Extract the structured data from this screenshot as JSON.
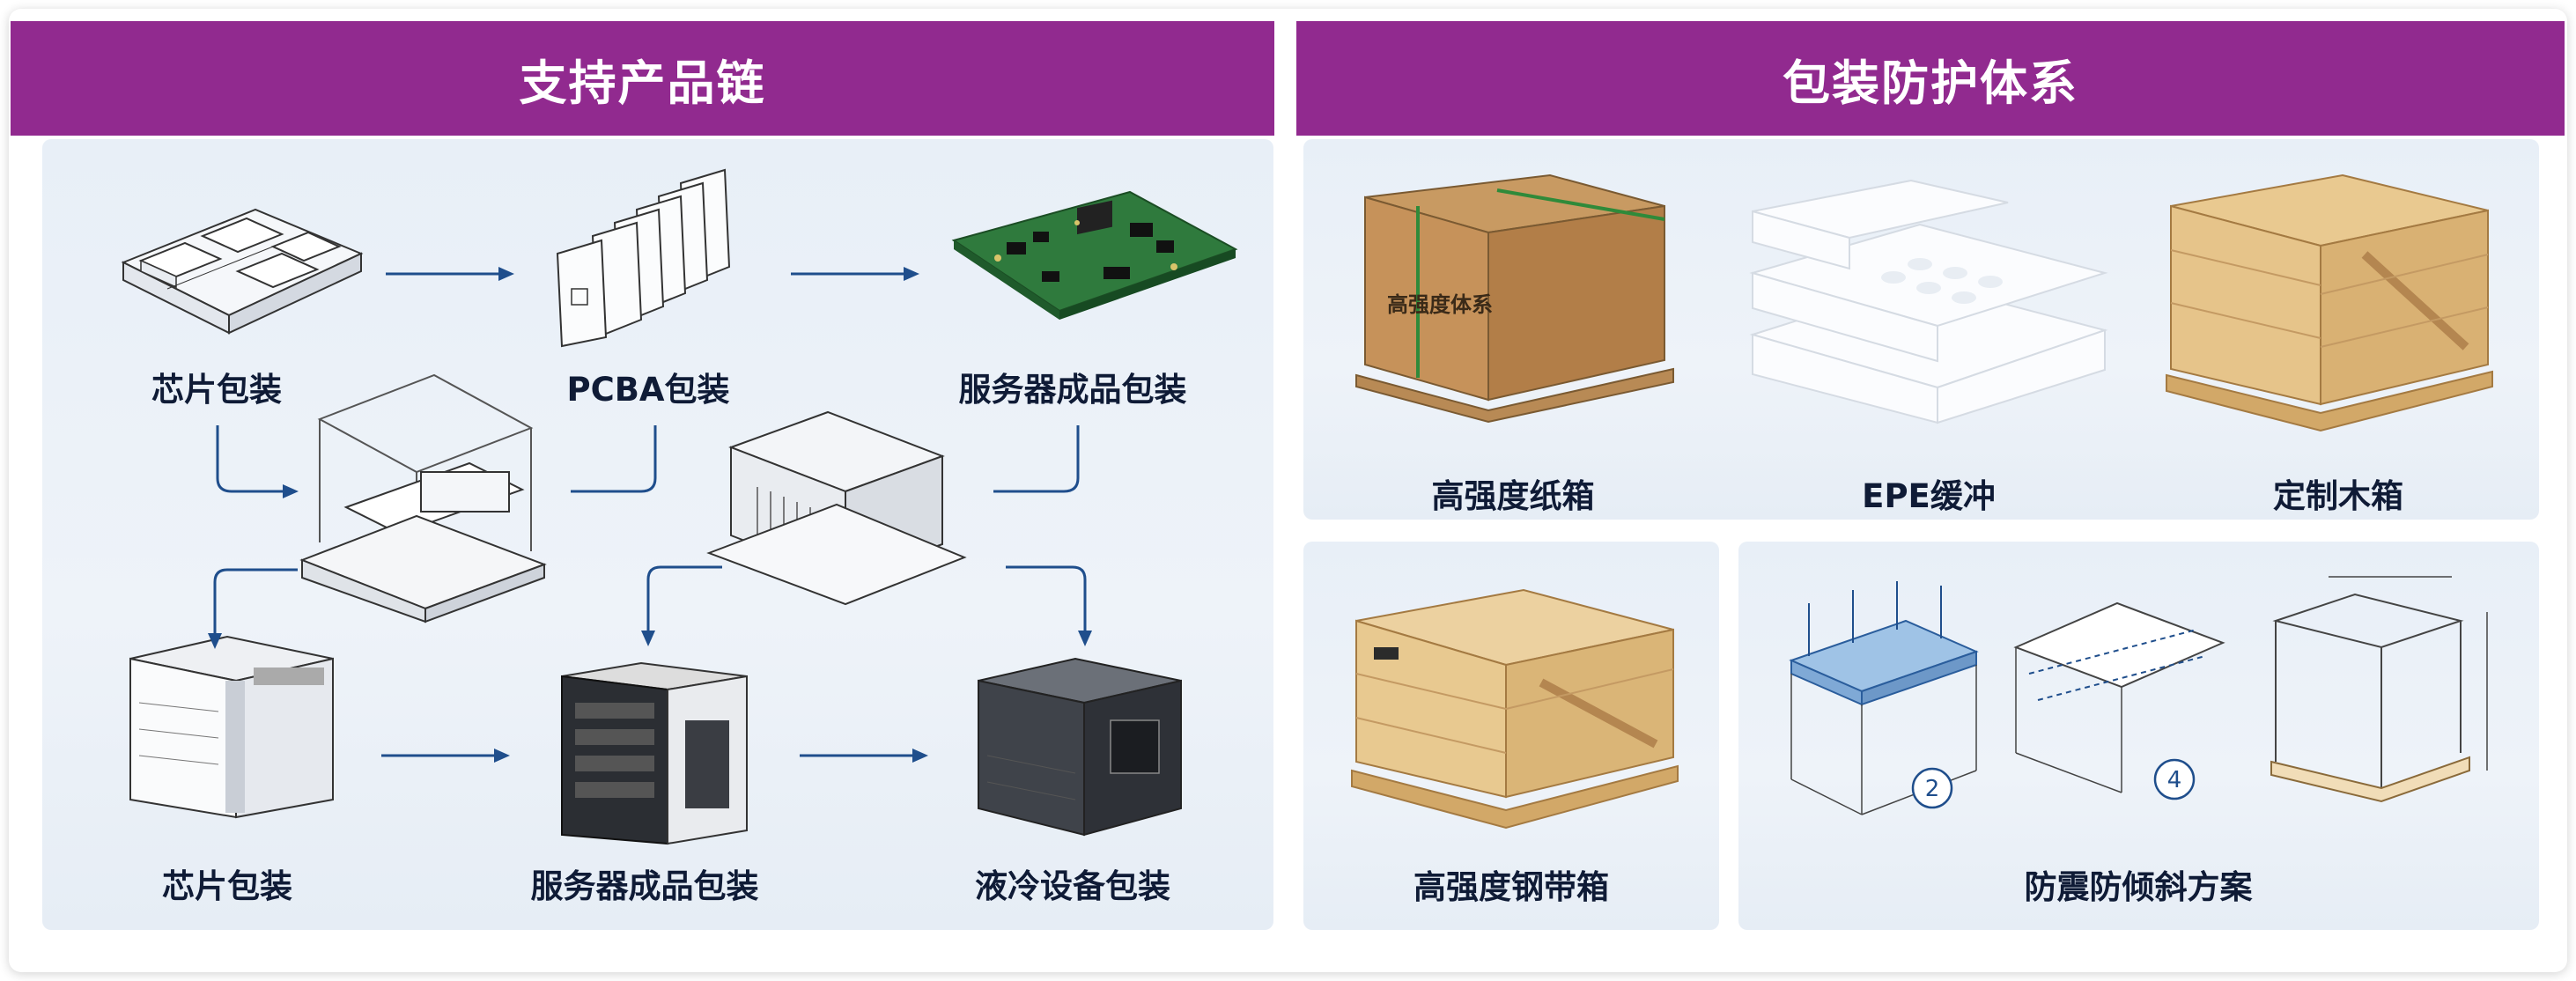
{
  "left_section": {
    "title": "支持产品链",
    "items": [
      {
        "label": "芯片包装"
      },
      {
        "label": "PCBA包装"
      },
      {
        "label": "服务器成品包装"
      },
      {
        "label": "芯片包装"
      },
      {
        "label": "服务器成品包装"
      },
      {
        "label": "液冷设备包装"
      }
    ]
  },
  "right_section": {
    "title": "包装防护体系",
    "items": [
      {
        "label": "高强度纸箱",
        "box_print": "高强度体系"
      },
      {
        "label": "EPE缓冲"
      },
      {
        "label": "定制木箱"
      },
      {
        "label": "高强度钢带箱"
      },
      {
        "label": "防震防倾斜方案",
        "markers": [
          "2",
          "4"
        ]
      }
    ]
  },
  "colors": {
    "header": "#912a8f",
    "arrow": "#1f4e8c",
    "text": "#0f1b36",
    "panel": "#eaf0f7"
  }
}
